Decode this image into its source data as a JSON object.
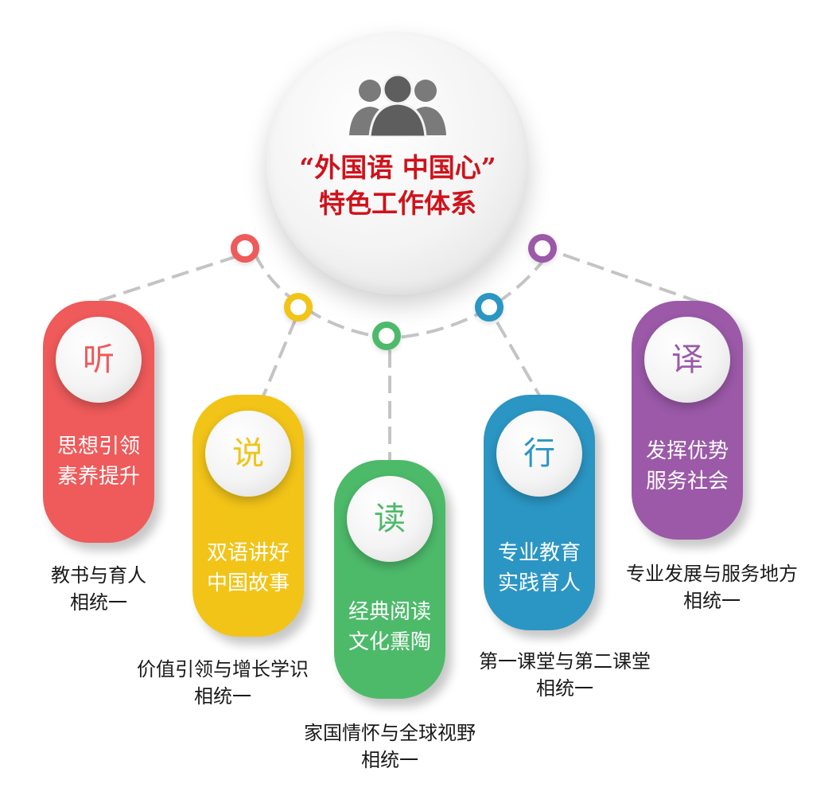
{
  "center": {
    "title_line1": "“外国语 中国心”",
    "title_line2": "特色工作体系",
    "icon": "group-of-people-icon",
    "title_color": "#d0121b"
  },
  "pillars": [
    {
      "key": "listen",
      "char": "听",
      "line1": "思想引领",
      "line2": "素养提升",
      "caption_line1": "教书与育人",
      "caption_line2": "相统一",
      "color": "#ef5a5a"
    },
    {
      "key": "speak",
      "char": "说",
      "line1": "双语讲好",
      "line2": "中国故事",
      "caption_line1": "价值引领与增长学识",
      "caption_line2": "相统一",
      "color": "#f2c418"
    },
    {
      "key": "read",
      "char": "读",
      "line1": "经典阅读",
      "line2": "文化熏陶",
      "caption_line1": "家国情怀与全球视野",
      "caption_line2": "相统一",
      "color": "#4dba6a"
    },
    {
      "key": "act",
      "char": "行",
      "line1": "专业教育",
      "line2": "实践育人",
      "caption_line1": "第一课堂与第二课堂",
      "caption_line2": "相统一",
      "color": "#2b96c4"
    },
    {
      "key": "translate",
      "char": "译",
      "line1": "发挥优势",
      "line2": "服务社会",
      "caption_line1": "专业发展与服务地方",
      "caption_line2": "相统一",
      "color": "#9b59a8"
    }
  ]
}
